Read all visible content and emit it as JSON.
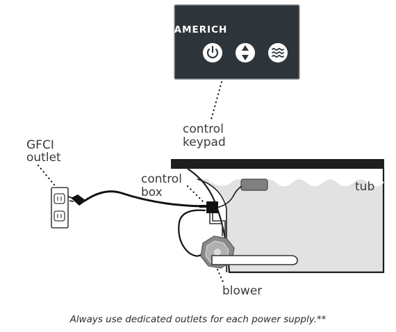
{
  "keypad": {
    "brand": "AMERICH",
    "buttons": [
      {
        "name": "power-button",
        "icon": "power-icon"
      },
      {
        "name": "updown-button",
        "icon": "up-down-arrows-icon"
      },
      {
        "name": "waves-button",
        "icon": "waves-icon"
      }
    ]
  },
  "labels": {
    "gfci_line1": "GFCI",
    "gfci_line2": "outlet",
    "keypad_line1": "control",
    "keypad_line2": "keypad",
    "box_line1": "control",
    "box_line2": "box",
    "tub": "tub",
    "blower": "blower"
  },
  "caption": "Always use dedicated outlets for each power supply.**",
  "colors": {
    "panel": "#2e353a",
    "tub_water": "#e2e2e2",
    "outline": "#1a1a1a",
    "blower": "#8a8a8a"
  }
}
